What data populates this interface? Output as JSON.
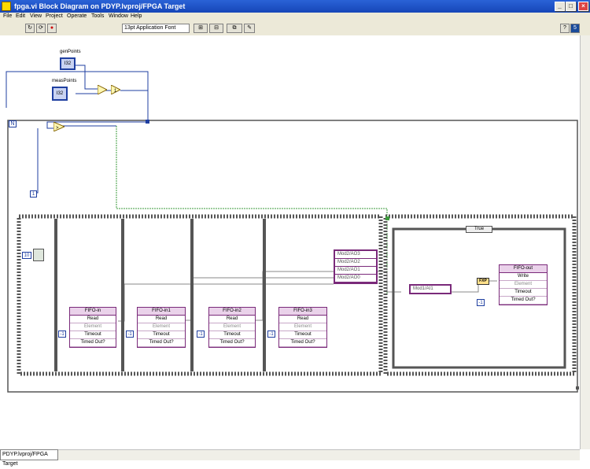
{
  "window": {
    "title": "fpga.vi Block Diagram on PDYP.lvproj/FPGA Target"
  },
  "menu": [
    "File",
    "Edit",
    "View",
    "Project",
    "Operate",
    "Tools",
    "Window",
    "Help"
  ],
  "toolbar": {
    "font_select": "13pt Application Font"
  },
  "status": {
    "target": "PDYP.lvproj/FPGA Target"
  },
  "controls": {
    "gen_label": "genPoints",
    "meas_label": "measPoints",
    "i32": "I32"
  },
  "loop": {
    "iteration_terminal": "N",
    "count": "1",
    "wait_const": "10"
  },
  "fifos": [
    {
      "name": "FIFO-in",
      "rows": [
        "Read",
        "Element",
        "Timeout",
        "Timed Out?"
      ],
      "timeout": "-1"
    },
    {
      "name": "FIFO-in1",
      "rows": [
        "Read",
        "Element",
        "Timeout",
        "Timed Out?"
      ],
      "timeout": "-1"
    },
    {
      "name": "FIFO-in2",
      "rows": [
        "Read",
        "Element",
        "Timeout",
        "Timed Out?"
      ],
      "timeout": "-1"
    },
    {
      "name": "FIFO-in3",
      "rows": [
        "Read",
        "Element",
        "Timeout",
        "Timed Out?"
      ],
      "timeout": "-1"
    }
  ],
  "aio": [
    "Mod2/AO3",
    "Mod2/AO2",
    "Mod2/AO1",
    "Mod2/AO0"
  ],
  "case": {
    "selector": "True",
    "ai": "Mod1/AI1",
    "fxp": "FXP",
    "timeout": "-1"
  },
  "fifo_out": {
    "name": "FIFO-out",
    "rows": [
      "Write",
      "Element",
      "Timeout",
      "Timed Out?"
    ]
  }
}
